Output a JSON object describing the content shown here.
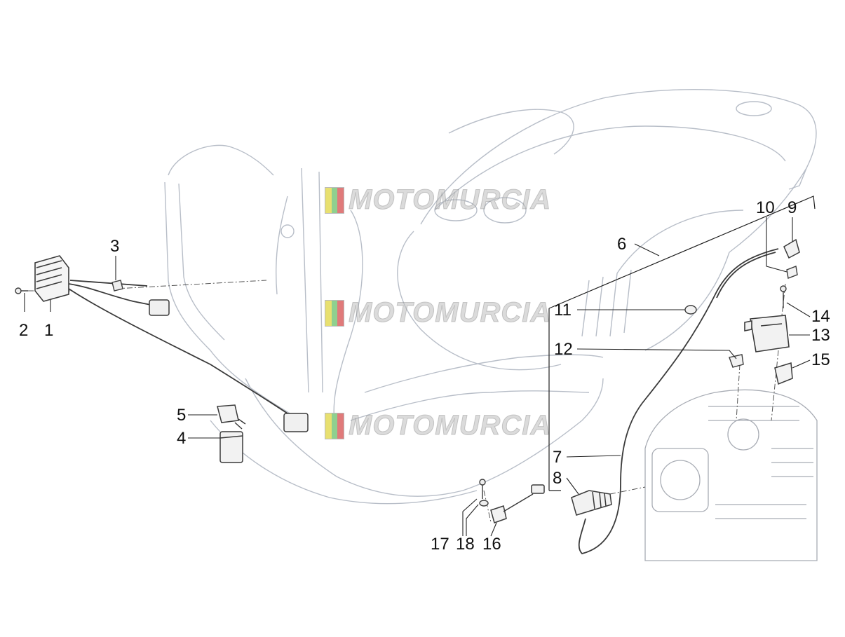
{
  "diagram": {
    "callouts": [
      {
        "id": "1",
        "text": "1"
      },
      {
        "id": "2",
        "text": "2"
      },
      {
        "id": "3",
        "text": "3"
      },
      {
        "id": "4",
        "text": "4"
      },
      {
        "id": "5",
        "text": "5"
      },
      {
        "id": "6",
        "text": "6"
      },
      {
        "id": "7",
        "text": "7"
      },
      {
        "id": "8",
        "text": "8"
      },
      {
        "id": "9",
        "text": "9"
      },
      {
        "id": "10",
        "text": "10"
      },
      {
        "id": "11",
        "text": "11"
      },
      {
        "id": "12",
        "text": "12"
      },
      {
        "id": "13",
        "text": "13"
      },
      {
        "id": "14",
        "text": "14"
      },
      {
        "id": "15",
        "text": "15"
      },
      {
        "id": "16",
        "text": "16"
      },
      {
        "id": "17",
        "text": "17"
      },
      {
        "id": "18",
        "text": "18"
      }
    ],
    "watermark": {
      "text": "MOTOMURCIA",
      "flag_colors": [
        "#e8e070",
        "#8fd08f",
        "#e07a7a"
      ],
      "count": 3
    },
    "colors": {
      "line": "#b8bec8",
      "part": "#3a3a3a",
      "leader": "#222222"
    }
  }
}
